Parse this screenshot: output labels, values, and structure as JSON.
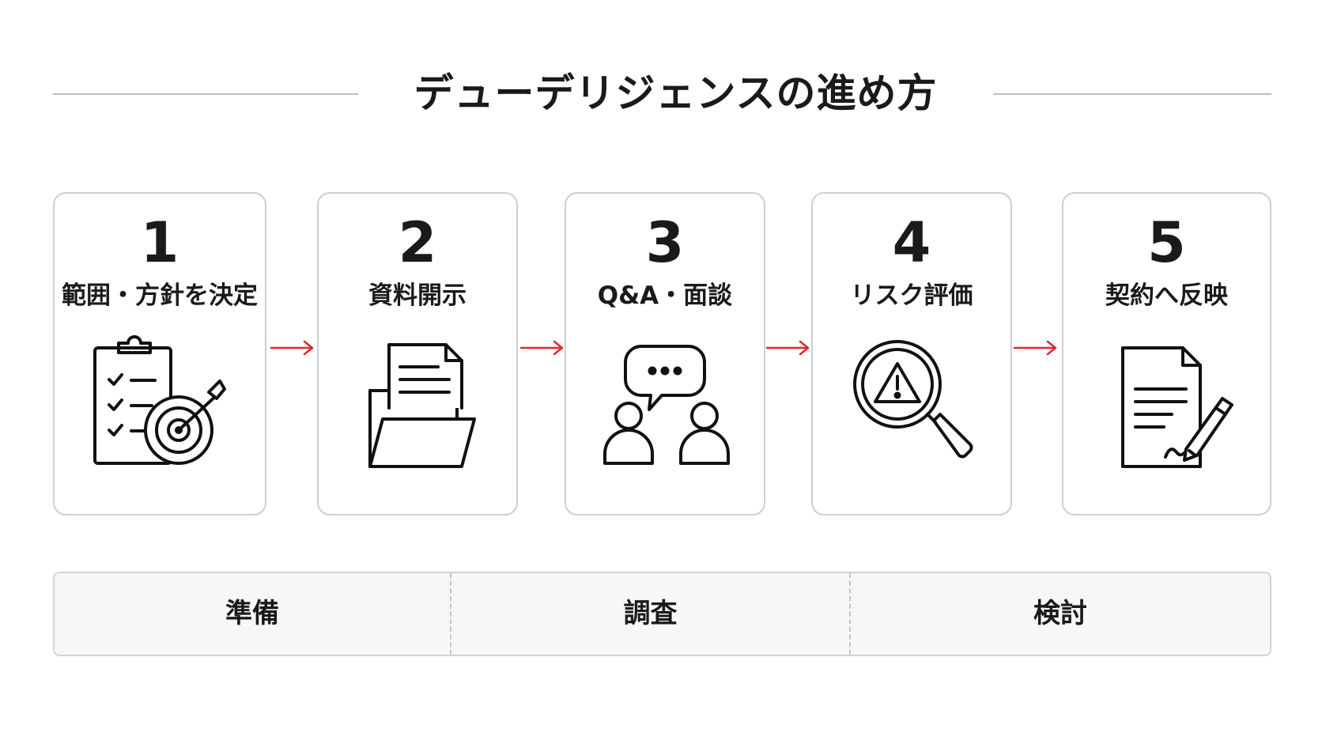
{
  "title": "デューデリジェンスの進め方",
  "steps": [
    {
      "number": "1",
      "label": "範囲・方針を決定",
      "icon": "clipboard-target-icon"
    },
    {
      "number": "2",
      "label": "資料開示",
      "icon": "folder-document-icon"
    },
    {
      "number": "3",
      "label": "Q&A・面談",
      "icon": "chat-people-icon"
    },
    {
      "number": "4",
      "label": "リスク評価",
      "icon": "magnifier-warning-icon"
    },
    {
      "number": "5",
      "label": "契約へ反映",
      "icon": "document-pen-icon"
    }
  ],
  "phases": [
    {
      "label": "準備"
    },
    {
      "label": "調査"
    },
    {
      "label": "検討"
    }
  ],
  "colors": {
    "arrow": "#e0282e",
    "card_border": "#cfcfcf",
    "phase_background": "#f7f7f7",
    "text": "#1a1a1a"
  }
}
